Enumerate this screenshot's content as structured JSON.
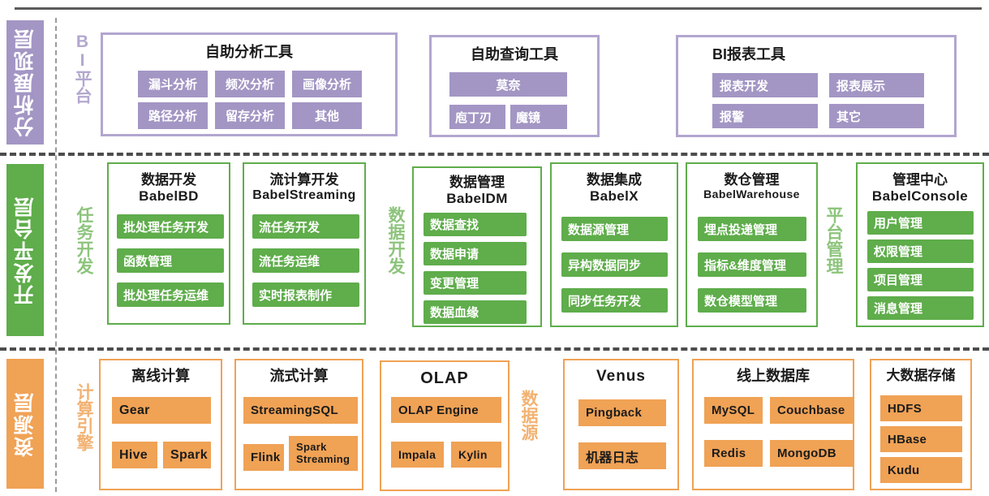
{
  "diagram": {
    "title_rule": "top-divider",
    "colors": {
      "purple": "#a396c4",
      "purple_border": "#b2a6cf",
      "green": "#5fad4b",
      "orange": "#f0a255",
      "text_dark": "#1b1b1b"
    }
  },
  "layers": [
    {
      "id": "analysis",
      "badge": "分析展现层",
      "color": "#a396c4",
      "categories": [
        {
          "id": "bi-platform",
          "label": "BI平台"
        }
      ],
      "groups": [
        {
          "id": "self-service-analysis",
          "title": "自助分析工具",
          "items": [
            "漏斗分析",
            "频次分析",
            "画像分析",
            "路径分析",
            "留存分析",
            "其他"
          ]
        },
        {
          "id": "self-service-query",
          "title": "自助查询工具",
          "items": [
            "莫奈",
            "庖丁刃",
            "魔镜"
          ]
        },
        {
          "id": "bi-report",
          "title": "BI报表工具",
          "items": [
            "报表开发",
            "报表展示",
            "报警",
            "其它"
          ]
        }
      ]
    },
    {
      "id": "dev-platform",
      "badge": "开发平台层",
      "color": "#5fad4b",
      "categories": [
        {
          "id": "task-dev",
          "label": "任务开发"
        },
        {
          "id": "data-dev",
          "label": "数据开发"
        },
        {
          "id": "platform-mgmt",
          "label": "平台管理"
        }
      ],
      "groups": [
        {
          "id": "babel-bd",
          "title_cn": "数据开发",
          "title_en": "BabelBD",
          "items": [
            "批处理任务开发",
            "函数管理",
            "批处理任务运维"
          ]
        },
        {
          "id": "babel-streaming",
          "title_cn": "流计算开发",
          "title_en": "BabelStreaming",
          "items": [
            "流任务开发",
            "流任务运维",
            "实时报表制作"
          ]
        },
        {
          "id": "babel-dm",
          "title_cn": "数据管理",
          "title_en": "BabelDM",
          "items": [
            "数据查找",
            "数据申请",
            "变更管理",
            "数据血缘"
          ]
        },
        {
          "id": "babel-x",
          "title_cn": "数据集成",
          "title_en": "BabelX",
          "items": [
            "数据源管理",
            "异构数据同步",
            "同步任务开发"
          ]
        },
        {
          "id": "babel-warehouse",
          "title_cn": "数仓管理",
          "title_en": "BabelWarehouse",
          "items": [
            "埋点投递管理",
            "指标&维度管理",
            "数仓模型管理"
          ]
        },
        {
          "id": "babel-console",
          "title_cn": "管理中心",
          "title_en": "BabelConsole",
          "items": [
            "用户管理",
            "权限管理",
            "项目管理",
            "消息管理"
          ]
        }
      ]
    },
    {
      "id": "resource",
      "badge": "资源层",
      "color": "#f0a255",
      "categories": [
        {
          "id": "compute-engine",
          "label": "计算引擎"
        },
        {
          "id": "data-source",
          "label": "数据源"
        }
      ],
      "groups": [
        {
          "id": "offline-compute",
          "title": "离线计算",
          "items": [
            "Gear",
            "Hive",
            "Spark"
          ]
        },
        {
          "id": "stream-compute",
          "title": "流式计算",
          "items": [
            "StreamingSQL",
            "Flink",
            "Spark\nStreaming"
          ]
        },
        {
          "id": "olap",
          "title": "OLAP",
          "items": [
            "OLAP Engine",
            "Impala",
            "Kylin"
          ]
        },
        {
          "id": "venus",
          "title": "Venus",
          "items": [
            "Pingback",
            "机器日志"
          ]
        },
        {
          "id": "online-db",
          "title": "线上数据库",
          "items": [
            "MySQL",
            "Couchbase",
            "Redis",
            "MongoDB"
          ]
        },
        {
          "id": "bigdata-storage",
          "title": "大数据存储",
          "items": [
            "HDFS",
            "HBase",
            "Kudu"
          ]
        }
      ]
    }
  ]
}
